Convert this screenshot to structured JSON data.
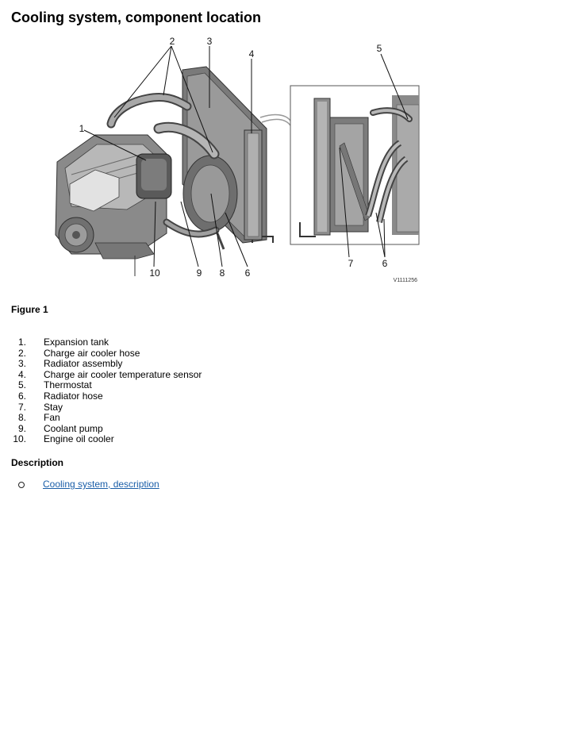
{
  "page": {
    "title": "Cooling system, component location"
  },
  "figure": {
    "callouts": [
      "2",
      "3",
      "4",
      "1",
      "10",
      "9",
      "8",
      "6",
      "5",
      "7",
      "6"
    ],
    "image_code": "V1111256",
    "caption": "Figure 1"
  },
  "legend": {
    "items": [
      {
        "num": "1.",
        "label": "Expansion tank"
      },
      {
        "num": "2.",
        "label": "Charge air cooler hose"
      },
      {
        "num": "3.",
        "label": "Radiator assembly"
      },
      {
        "num": "4.",
        "label": "Charge air cooler temperature sensor"
      },
      {
        "num": "5.",
        "label": "Thermostat"
      },
      {
        "num": "6.",
        "label": "Radiator hose"
      },
      {
        "num": "7.",
        "label": "Stay"
      },
      {
        "num": "8.",
        "label": "Fan"
      },
      {
        "num": "9.",
        "label": "Coolant pump"
      },
      {
        "num": "10.",
        "label": "Engine oil cooler"
      }
    ]
  },
  "description": {
    "heading": "Description",
    "link_text": "Cooling system, description"
  },
  "icons": {
    "bullet": "circle-bullet-icon"
  },
  "colors": {
    "link": "#1a5ea8"
  }
}
